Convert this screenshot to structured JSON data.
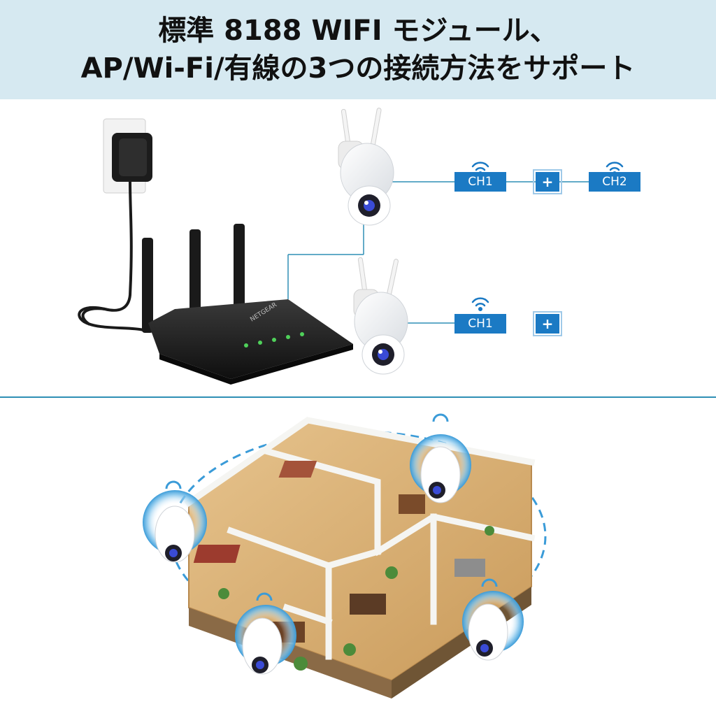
{
  "header": {
    "line1": "標準 8188 WIFI モジュール、",
    "line2": "AP/Wi-Fi/有線の3つの接続方法をサポート"
  },
  "router": {
    "brand": "NETGEAR"
  },
  "connections": {
    "top_row": {
      "ch1": "CH1",
      "plus": "+",
      "ch2": "CH2"
    },
    "bottom_row": {
      "ch1": "CH1",
      "plus": "+"
    }
  },
  "colors": {
    "header_bg": "#d6e9f1",
    "badge_blue": "#1b7ac4",
    "line_blue": "#2f8fb5",
    "wifi_ring": "#3a9bd8"
  },
  "icons": [
    "wifi-icon",
    "plus-icon",
    "camera-icon",
    "router-icon",
    "power-adapter-icon"
  ]
}
